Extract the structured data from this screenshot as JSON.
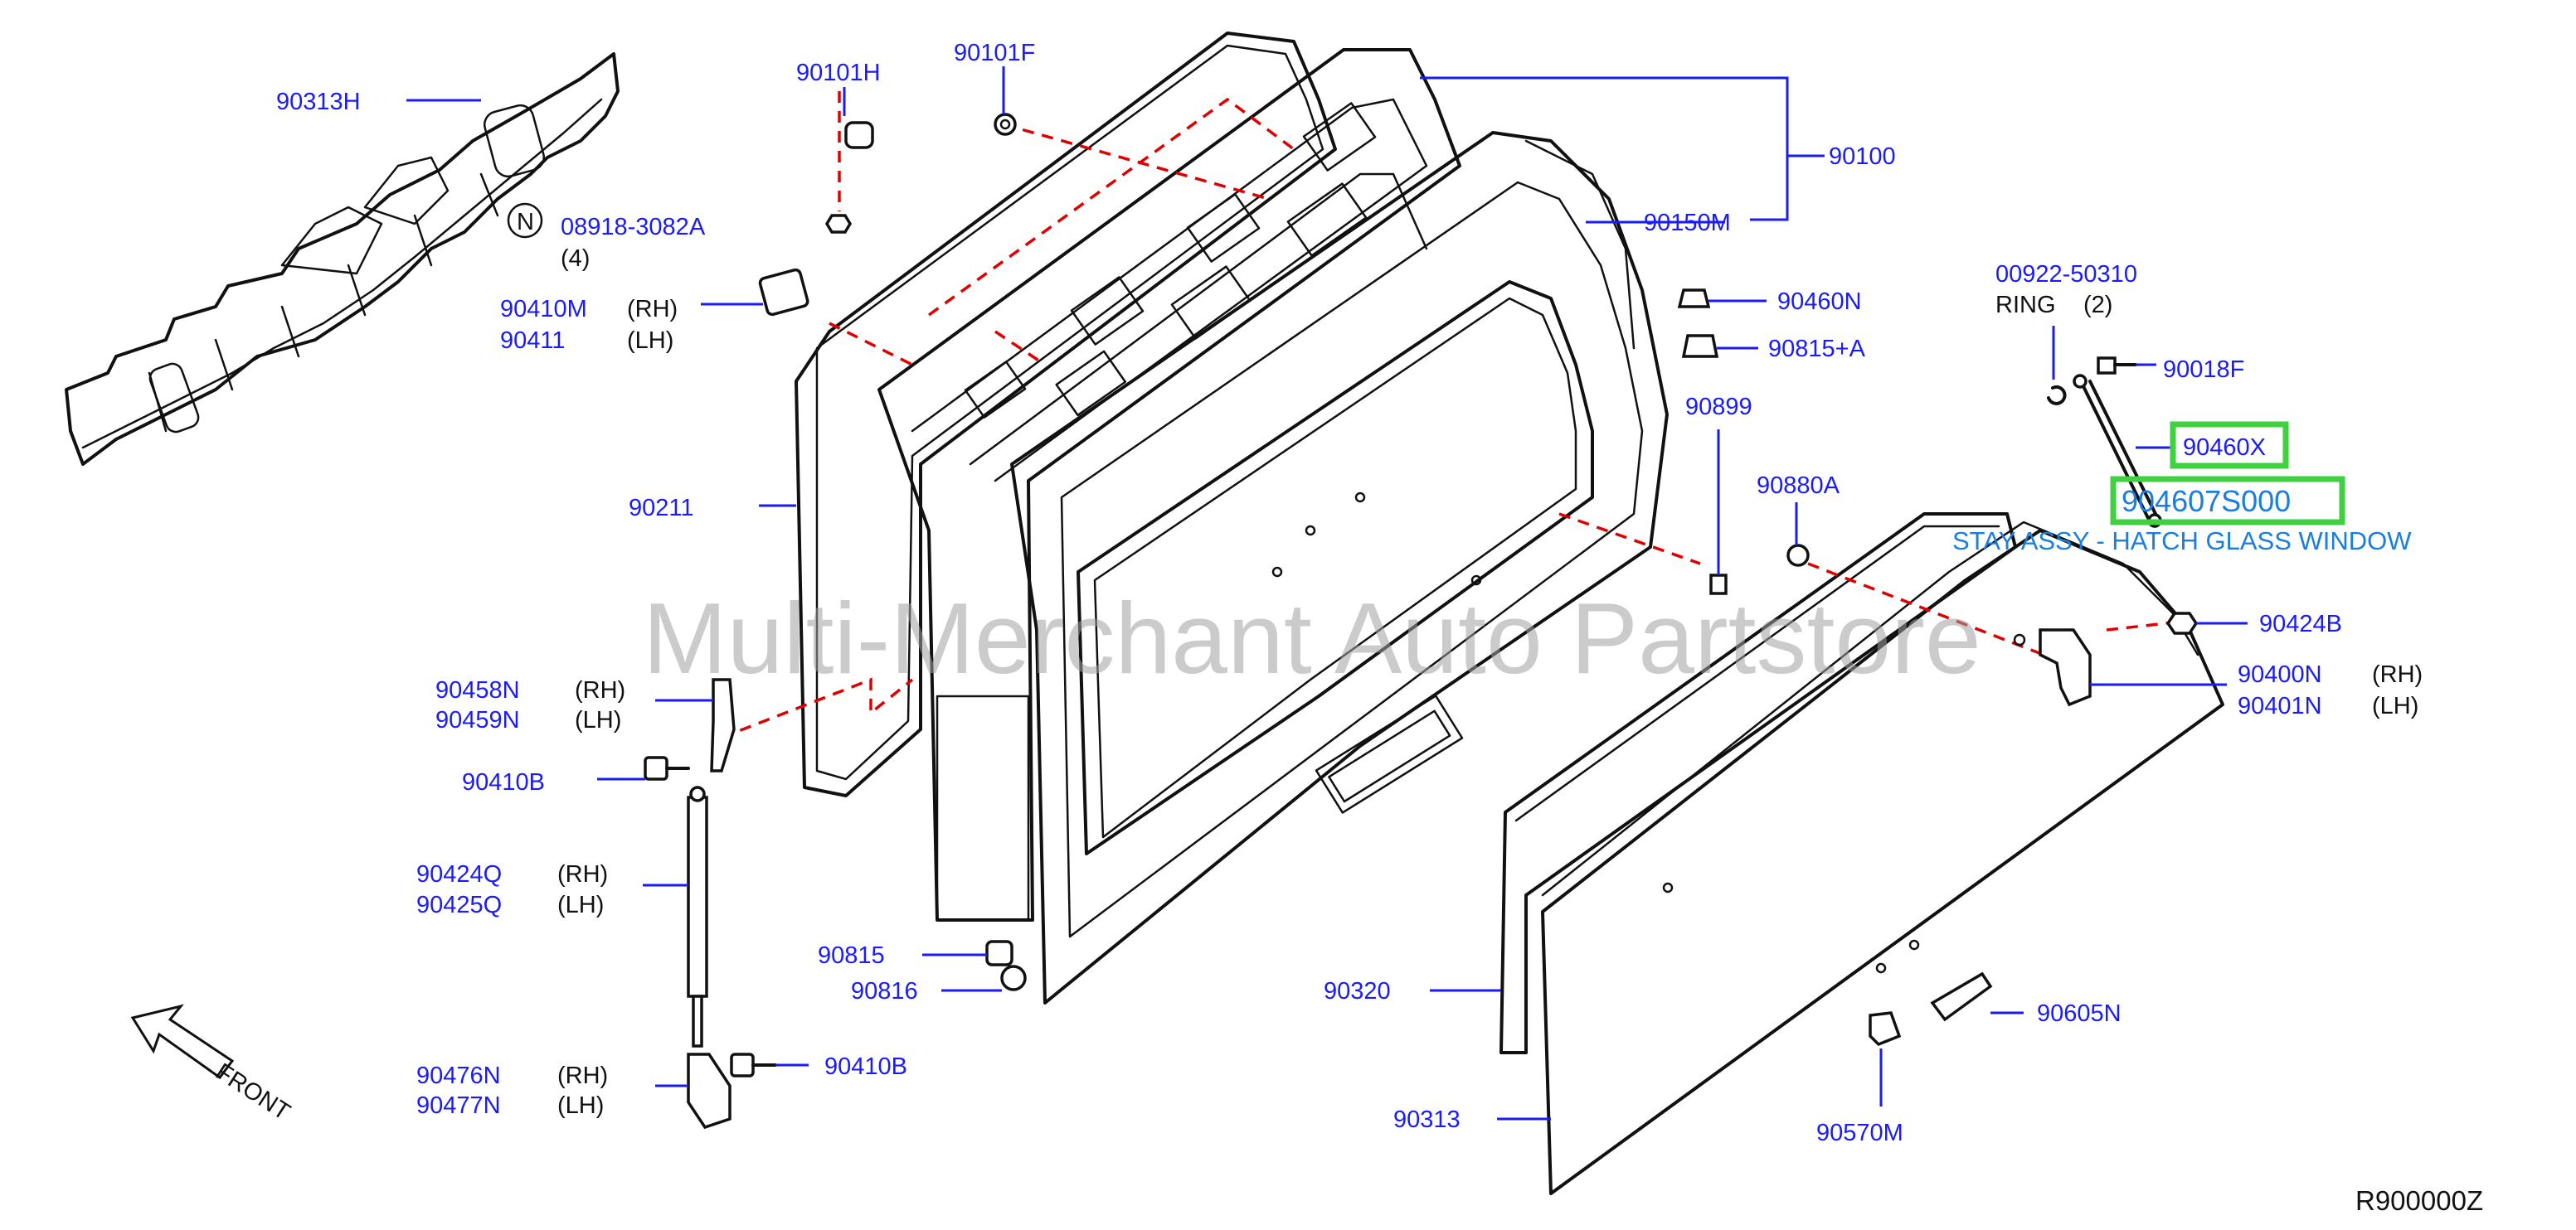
{
  "labels": {
    "p90313H": "90313H",
    "p90101H": "90101H",
    "p90101F": "90101F",
    "p08918": "08918-3082A",
    "p08918_qty": "(4)",
    "n_symbol": "N",
    "p90410M": "90410M",
    "p90411": "90411",
    "p90211": "90211",
    "p90100": "90100",
    "p90150M": "90150M",
    "p90460N": "90460N",
    "p90815A": "90815+A",
    "p90899": "90899",
    "p90880A": "90880A",
    "p00922": "00922-50310",
    "ring": "RING",
    "ring_qty": "(2)",
    "p90018F": "90018F",
    "p90460X": "90460X",
    "p904607S000": "904607S000",
    "stay_desc": "STAY ASSY - HATCH GLASS WINDOW",
    "p90424B": "90424B",
    "p90400N": "90400N",
    "p90401N": "90401N",
    "p90458N": "90458N",
    "p90459N": "90459N",
    "p90410B_top": "90410B",
    "p90424Q": "90424Q",
    "p90425Q": "90425Q",
    "p90815": "90815",
    "p90816": "90816",
    "p90320": "90320",
    "p90605N": "90605N",
    "p90476N": "90476N",
    "p90477N": "90477N",
    "p90410B_bot": "90410B",
    "p90313": "90313",
    "p90570M": "90570M",
    "rh": "(RH)",
    "lh": "(LH)",
    "front": "FRONT",
    "ref_code": "R900000Z"
  },
  "watermark": "Multi-Merchant Auto Partstore",
  "colors": {
    "label": "#1a1aff",
    "highlight_text": "#1a7de0",
    "highlight_box": "#3fd13f",
    "dashed_line": "#e00000",
    "drawing": "#111111"
  }
}
